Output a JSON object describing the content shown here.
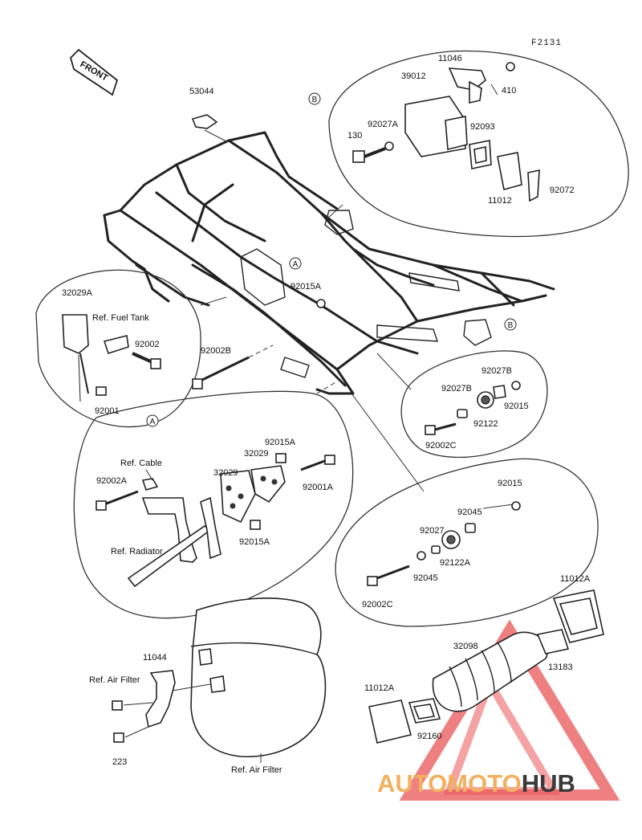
{
  "figure_id": "F2131",
  "front_label": "FRONT",
  "group_markers": {
    "a": "A",
    "b": "B"
  },
  "parts": [
    {
      "id": "p53044",
      "label": "53044"
    },
    {
      "id": "p11046",
      "label": "11046"
    },
    {
      "id": "p39012",
      "label": "39012"
    },
    {
      "id": "p410",
      "label": "410"
    },
    {
      "id": "p92027A",
      "label": "92027A"
    },
    {
      "id": "p130",
      "label": "130"
    },
    {
      "id": "p92093",
      "label": "92093"
    },
    {
      "id": "p11012",
      "label": "11012"
    },
    {
      "id": "p92072",
      "label": "92072"
    },
    {
      "id": "p32029A",
      "label": "32029A"
    },
    {
      "id": "pRefFuelTank",
      "label": "Ref. Fuel Tank"
    },
    {
      "id": "p92002",
      "label": "92002"
    },
    {
      "id": "p92001",
      "label": "92001"
    },
    {
      "id": "p92015A_1",
      "label": "92015A"
    },
    {
      "id": "p92002B",
      "label": "92002B"
    },
    {
      "id": "p92027B_1",
      "label": "92027B"
    },
    {
      "id": "p92027B_2",
      "label": "92027B"
    },
    {
      "id": "p92015_1",
      "label": "92015"
    },
    {
      "id": "p92122",
      "label": "92122"
    },
    {
      "id": "p92002C_1",
      "label": "92002C"
    },
    {
      "id": "pRefCable",
      "label": "Ref. Cable"
    },
    {
      "id": "p92015A_2",
      "label": "92015A"
    },
    {
      "id": "p32029_1",
      "label": "32029"
    },
    {
      "id": "p32029_2",
      "label": "32029"
    },
    {
      "id": "p92002A",
      "label": "92002A"
    },
    {
      "id": "p92001A",
      "label": "92001A"
    },
    {
      "id": "p92015A_3",
      "label": "92015A"
    },
    {
      "id": "pRefRadiator",
      "label": "Ref. Radiator"
    },
    {
      "id": "p92015_2",
      "label": "92015"
    },
    {
      "id": "p92045_1",
      "label": "92045"
    },
    {
      "id": "p92027",
      "label": "92027"
    },
    {
      "id": "p92122A",
      "label": "92122A"
    },
    {
      "id": "p92045_2",
      "label": "92045"
    },
    {
      "id": "p92002C_2",
      "label": "92002C"
    },
    {
      "id": "p11012A_1",
      "label": "11012A"
    },
    {
      "id": "p32098",
      "label": "32098"
    },
    {
      "id": "p13183",
      "label": "13183"
    },
    {
      "id": "p11044",
      "label": "11044"
    },
    {
      "id": "pRefAirFilter_1",
      "label": "Ref. Air Filter"
    },
    {
      "id": "p11012A_2",
      "label": "11012A"
    },
    {
      "id": "p92160",
      "label": "92160"
    },
    {
      "id": "p223",
      "label": "223"
    },
    {
      "id": "pRefAirFilter_2",
      "label": "Ref. Air Filter"
    }
  ],
  "watermark": {
    "part1": "AUTO",
    "part2": "MOTO",
    "part3": "HUB",
    "logo_color": "#e7383b",
    "text_color": "#f2b060",
    "hub_color": "#3a3a3a"
  }
}
